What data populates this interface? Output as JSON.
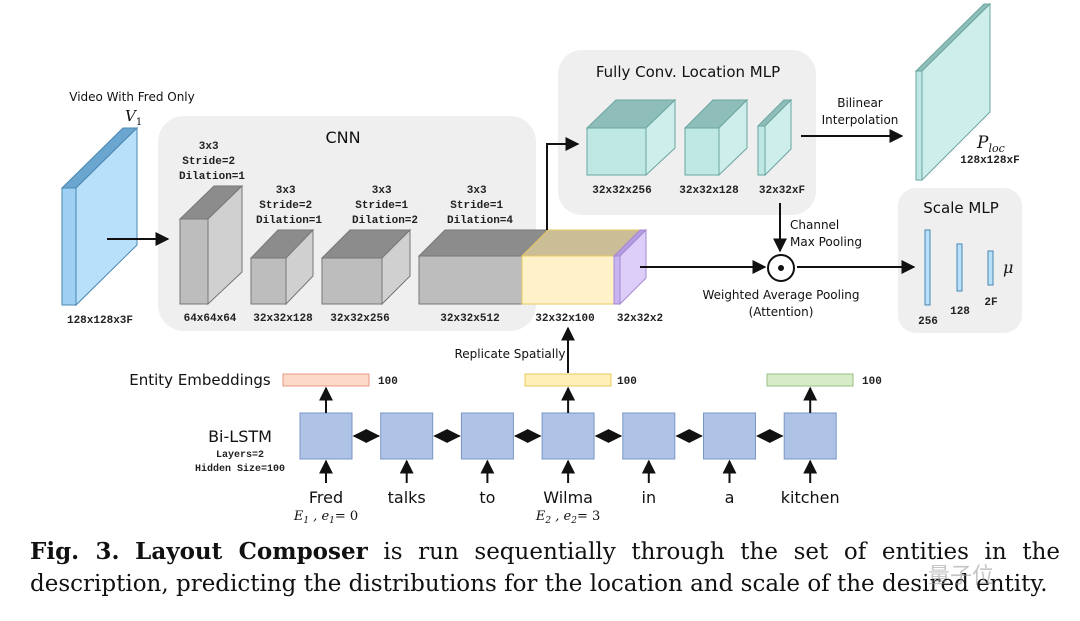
{
  "figure": {
    "input": {
      "title": "Video With Fred Only",
      "symbol": "V",
      "symbol_sub": "1",
      "dims": "128x128x3F",
      "color": "#a9d8f5"
    },
    "cnn": {
      "title": "CNN",
      "layers": [
        {
          "kernel": "3x3",
          "stride": "Stride=2",
          "dilation": "Dilation=1",
          "dims": "64x64x64"
        },
        {
          "kernel": "3x3",
          "stride": "Stride=2",
          "dilation": "Dilation=1",
          "dims": "32x32x128"
        },
        {
          "kernel": "3x3",
          "stride": "Stride=1",
          "dilation": "Dilation=2",
          "dims": "32x32x256"
        },
        {
          "kernel": "3x3",
          "stride": "Stride=1",
          "dilation": "Dilation=4",
          "dims": "32x32x512"
        }
      ],
      "embedding_block_dims": "32x32x100",
      "extra_block_dims": "32x32x2",
      "layer_color": "#c8c8c8",
      "embed_color": "#fff2c8",
      "extra_color": "#d8c8f5"
    },
    "location_mlp": {
      "title": "Fully Conv. Location MLP",
      "blocks": [
        {
          "dims": "32x32x256"
        },
        {
          "dims": "32x32x128"
        },
        {
          "dims": "32x32xF"
        }
      ],
      "color": "#bfe7e4"
    },
    "interp_label_1": "Bilinear",
    "interp_label_2": "Interpolation",
    "output": {
      "symbol": "P",
      "symbol_sub": "loc",
      "dims": "128x128xF"
    },
    "pool_label_1": "Channel",
    "pool_label_2": "Max Pooling",
    "attention_label_1": "Weighted Average Pooling",
    "attention_label_2": "(Attention)",
    "scale_mlp": {
      "title": "Scale MLP",
      "layers": [
        "256",
        "128",
        "2F"
      ],
      "output_symbol": "μ"
    },
    "replicate_label": "Replicate Spatially",
    "entity_embeddings": {
      "label": "Entity Embeddings",
      "items": [
        {
          "size": "100",
          "color": "#fcd9c8",
          "border": "#e89a80"
        },
        {
          "size": "100",
          "color": "#fff0b8",
          "border": "#e8c860"
        },
        {
          "size": "100",
          "color": "#d6ebc8",
          "border": "#98c080"
        }
      ]
    },
    "bilstm": {
      "label": "Bi-LSTM",
      "layers": "Layers=2",
      "hidden": "Hidden Size=100",
      "cell_color": "#aec3e6"
    },
    "words": [
      {
        "text": "Fred",
        "entity": "E",
        "entity_sub": "1",
        "var": "e",
        "var_sub": "1",
        "value": "= 0"
      },
      {
        "text": "talks"
      },
      {
        "text": "to"
      },
      {
        "text": "Wilma",
        "entity": "E",
        "entity_sub": "2",
        "var": "e",
        "var_sub": "2",
        "value": "= 3"
      },
      {
        "text": "in"
      },
      {
        "text": "a"
      },
      {
        "text": "kitchen"
      }
    ]
  },
  "caption": {
    "label": "Fig. 3.",
    "title": "Layout Composer",
    "text": "is run sequentially through the set of entities in the description, predicting the distributions for the location and scale of the desired entity."
  },
  "watermark": "量子位"
}
